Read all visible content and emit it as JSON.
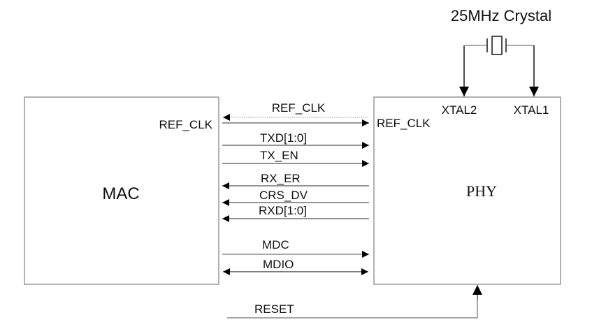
{
  "title": "25MHz Crystal",
  "blocks": {
    "mac": {
      "label": "MAC",
      "pin": "REF_CLK"
    },
    "phy": {
      "label": "PHY",
      "pins": {
        "ref_clk": "REF_CLK",
        "xtal2": "XTAL2",
        "xtal1": "XTAL1"
      }
    }
  },
  "signals": [
    {
      "name": "REF_CLK",
      "direction": "both"
    },
    {
      "name": "TXD[1:0]",
      "direction": "to-phy"
    },
    {
      "name": "TX_EN",
      "direction": "to-phy"
    },
    {
      "name": "RX_ER",
      "direction": "to-mac"
    },
    {
      "name": "CRS_DV",
      "direction": "to-mac"
    },
    {
      "name": "RXD[1:0]",
      "direction": "to-mac"
    },
    {
      "name": "MDC",
      "direction": "to-phy"
    },
    {
      "name": "MDIO",
      "direction": "both"
    },
    {
      "name": "RESET",
      "direction": "to-phy"
    }
  ]
}
